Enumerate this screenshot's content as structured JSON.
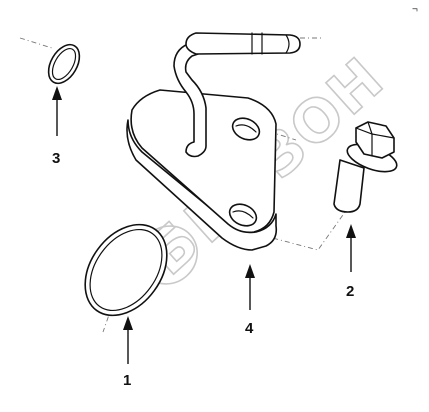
{
  "diagram": {
    "corner_mark": "¬",
    "watermark": {
      "text": "БИЗОН",
      "emblem_letter": "Б"
    },
    "callouts": [
      {
        "id": "1",
        "label": "1",
        "part": "o-ring-large"
      },
      {
        "id": "2",
        "label": "2",
        "part": "flange-bolt"
      },
      {
        "id": "3",
        "label": "3",
        "part": "o-ring-small"
      },
      {
        "id": "4",
        "label": "4",
        "part": "flange-plate-with-tube"
      }
    ]
  }
}
